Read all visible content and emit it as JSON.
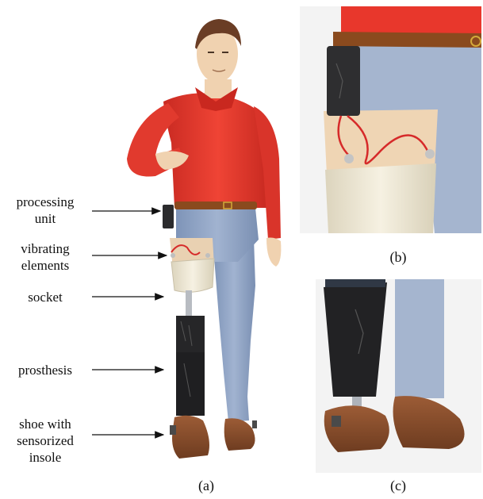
{
  "labels": {
    "processing_unit": [
      "processing",
      "unit"
    ],
    "vibrating_elements": [
      "vibrating",
      "elements"
    ],
    "socket": "socket",
    "prosthesis": "prosthesis",
    "shoe": [
      "shoe with",
      "sensorized",
      "insole"
    ]
  },
  "captions": {
    "a": "(a)",
    "b": "(b)",
    "c": "(c)"
  },
  "colors": {
    "shirt": "#e8372c",
    "jeans": "#8ea3c4",
    "skin": "#f0d2b0",
    "hair": "#6a3d25",
    "belt": "#8a4a1e",
    "socket": "#ece6d3",
    "shoe": "#8a5030",
    "prosthesis": "#2a2a2c",
    "wire": "#d62a2a"
  }
}
